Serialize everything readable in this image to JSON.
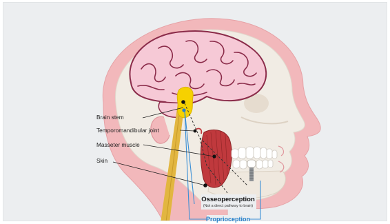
{
  "labels": {
    "brain_stem": "Brain stem",
    "tmj": "Temporomandibular joint",
    "masseter": "Masseter muscle",
    "skin": "Skin",
    "osseoperception": "Osseoperception",
    "osseo_note": "(Not a direct pathway to brain)",
    "proprioception": "Proprioception"
  },
  "colors": {
    "background": "#eceef0",
    "skin_outer": "#f2b8bb",
    "skull": "#f1ece4",
    "brain": "#f6c9d6",
    "brain_outline": "#8b2c4a",
    "brain_stem": "#f6d100",
    "nerve": "#e2b640",
    "muscle": "#c0393d",
    "proprioception_line": "#3a8fd6",
    "osseo_line": "#333333"
  }
}
